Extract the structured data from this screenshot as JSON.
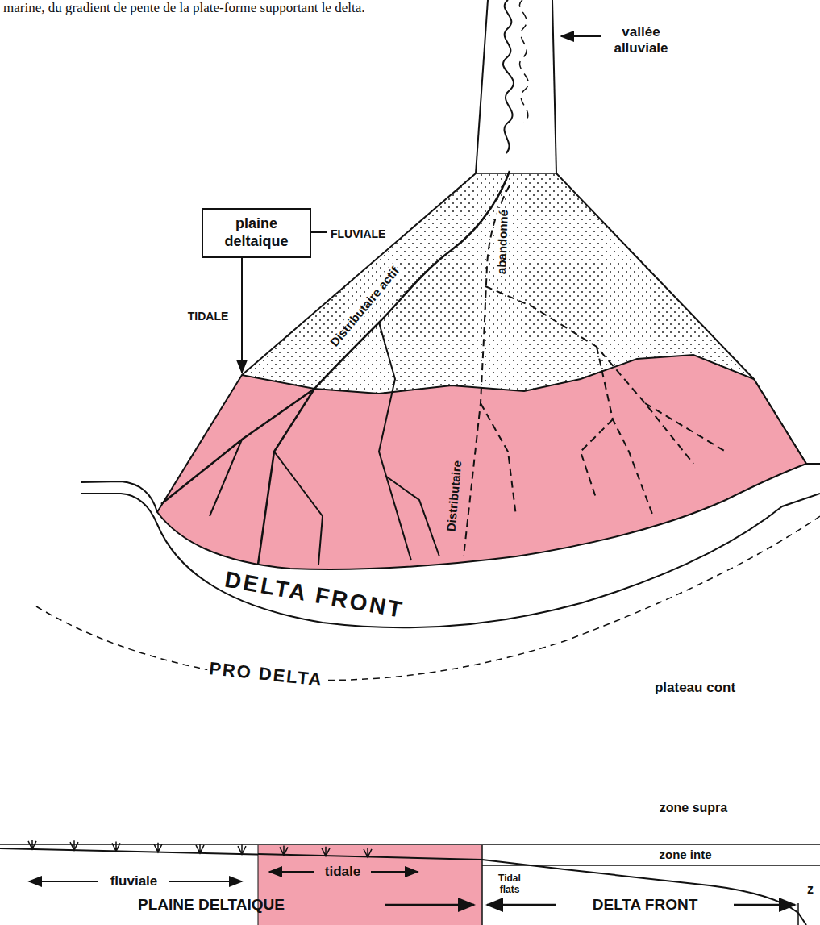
{
  "diagram": {
    "nodes": [
      {
        "text": [
          "plaine deltaique"
        ]
      }
    ],
    "labels": [
      "marine, du gradient de pente de la plate-forme supportant le delta.",
      "vallée alluviale",
      "FLUVIALE",
      "TIDALE",
      "Distributaire actif",
      "abandonné",
      "Distributaire",
      "DELTA FRONT",
      "PRO DELTA",
      "plateau cont",
      "zone supra",
      "zone inte",
      "fluviale",
      "tidale",
      "Tidal flats",
      "PLAINE DELTAIQUE",
      "DELTA FRONT",
      "z"
    ]
  }
}
